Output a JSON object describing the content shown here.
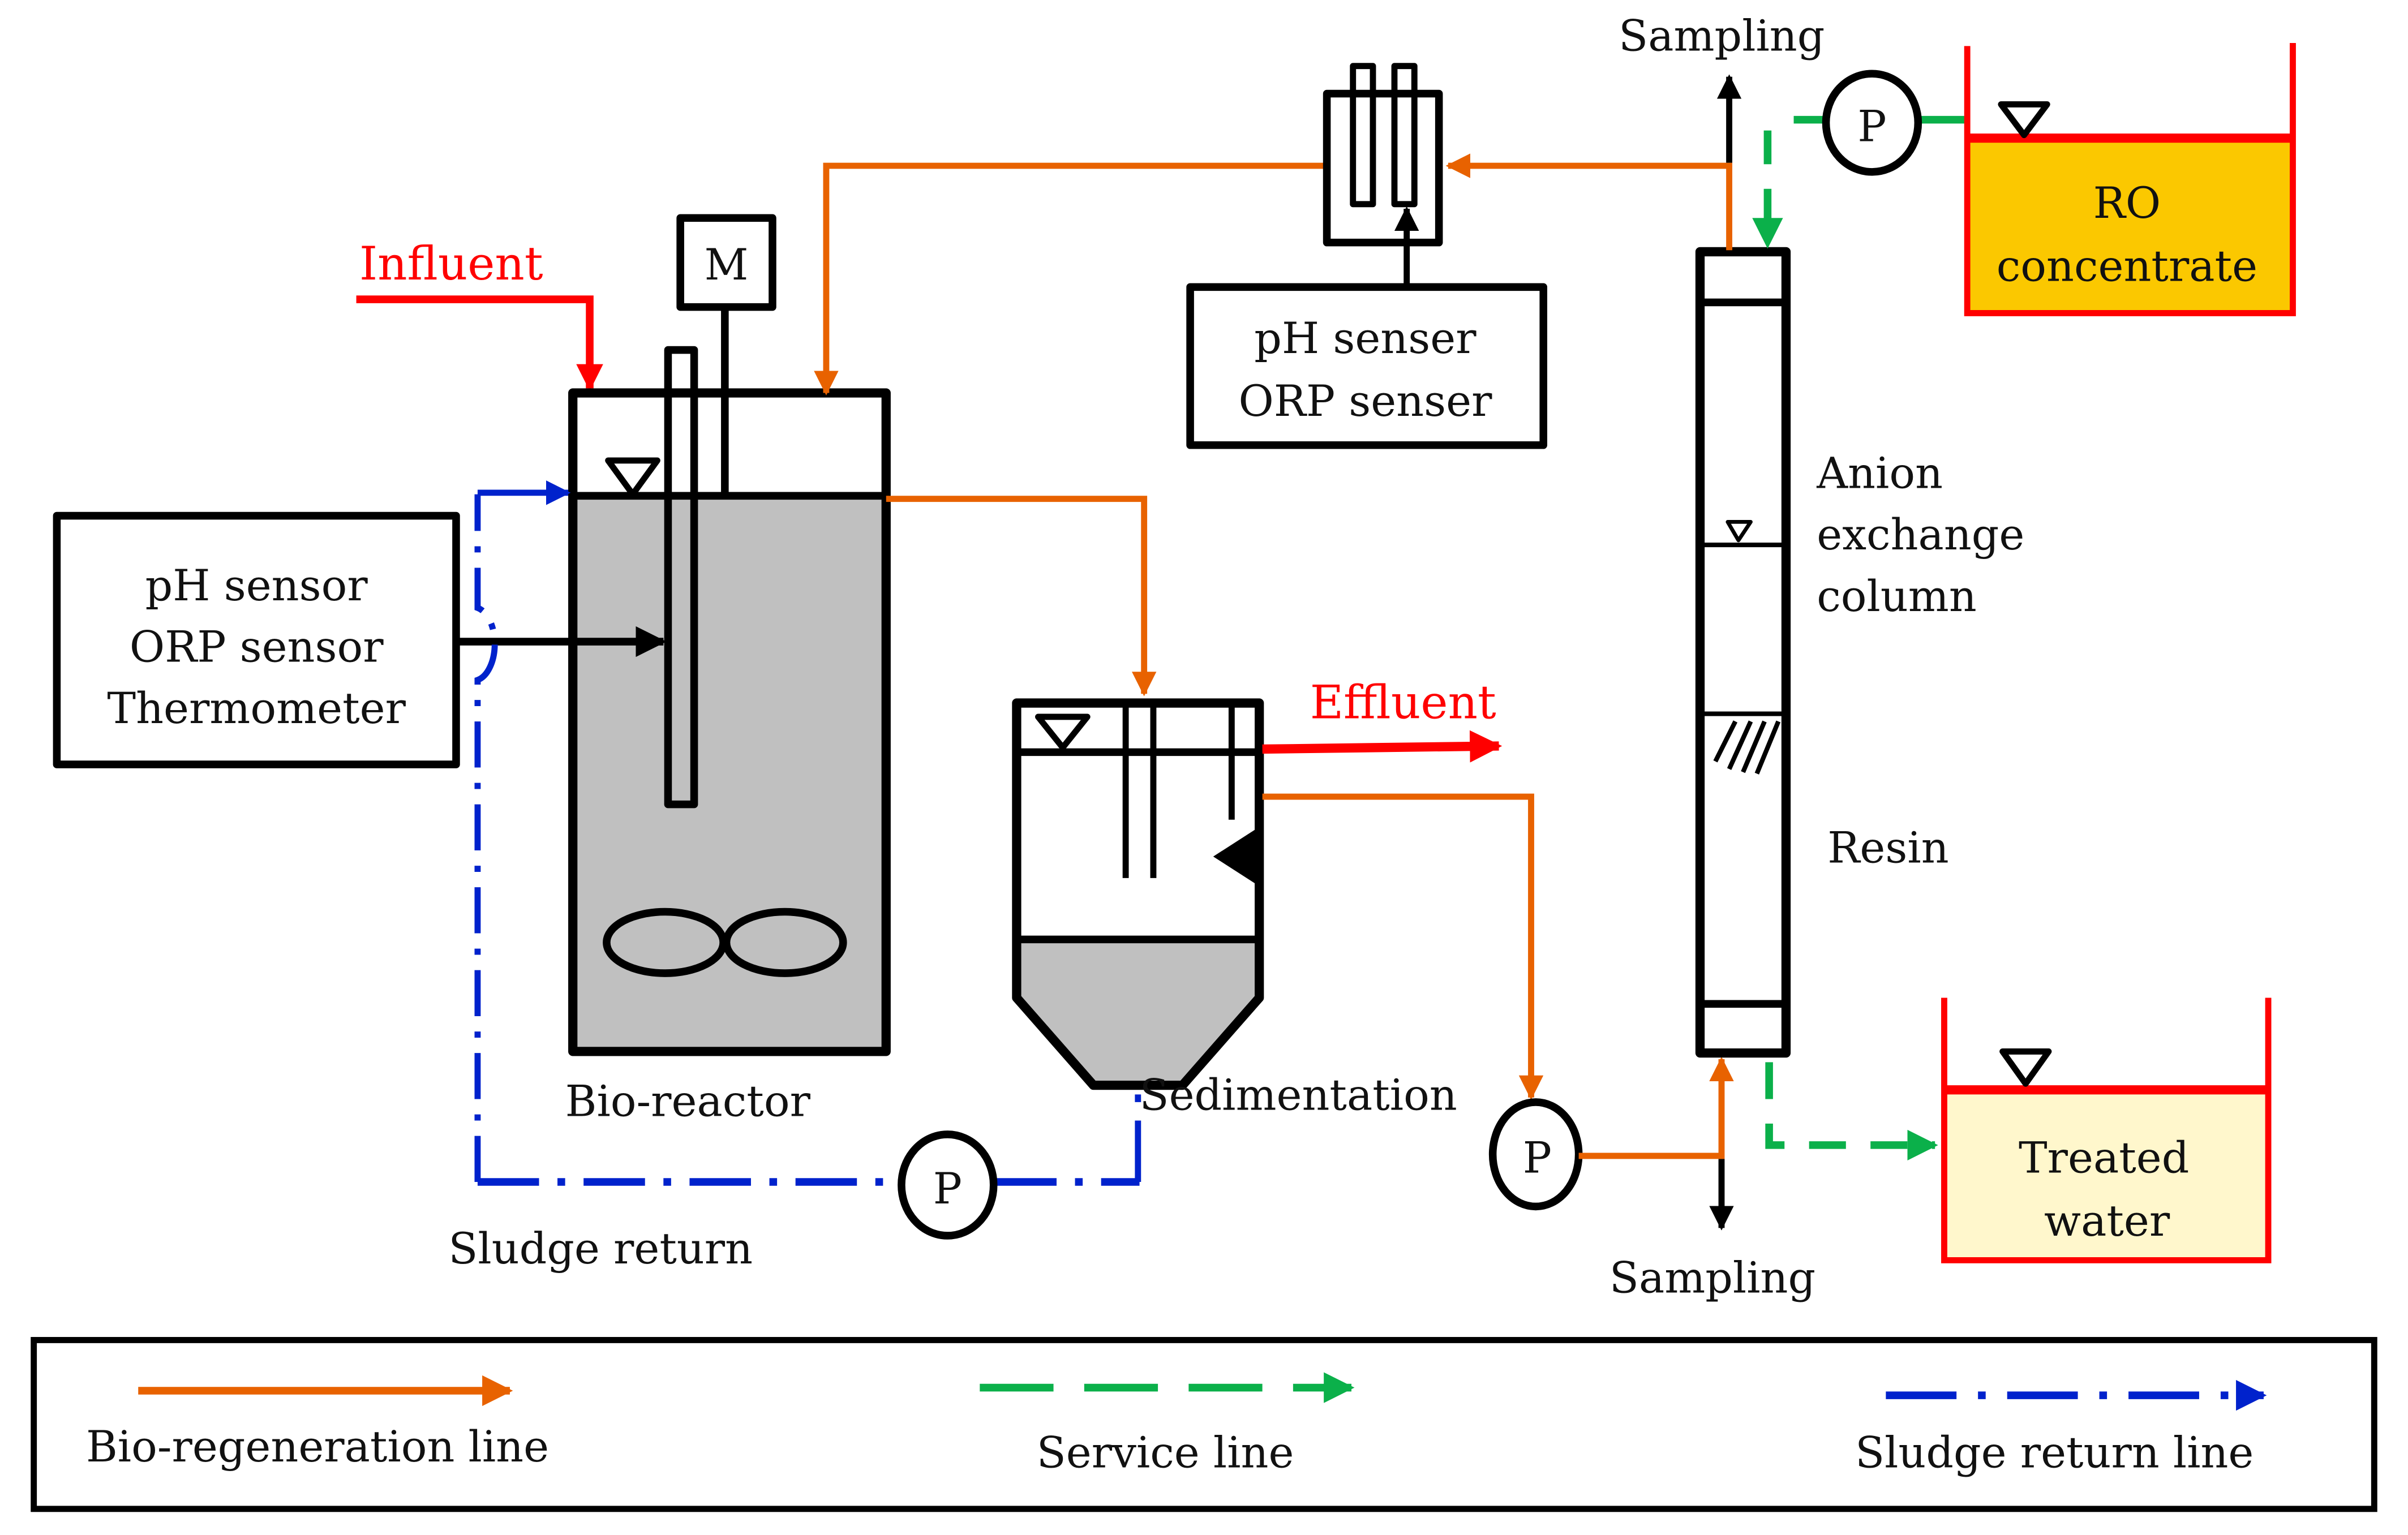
{
  "colors": {
    "bio_regeneration": "#e86200",
    "service": "#0bb04a",
    "sludge_return": "#0022cc",
    "influent_effluent": "#ff0000",
    "liquid_gray": "#c0c0c0",
    "ro_fill": "#fbc800",
    "treated_fill": "#fff7cc",
    "tank_border": "#ff0000"
  },
  "labels": {
    "influent": "Influent",
    "effluent": "Effluent",
    "motor": "M",
    "bio_reactor": "Bio-reactor",
    "sedimentation": "Sedimentation",
    "sludge_return": "Sludge return",
    "sampling_top": "Sampling",
    "sampling_bottom": "Sampling",
    "pump": "P",
    "anion_column": [
      "Anion",
      "exchange",
      "column"
    ],
    "resin": "Resin",
    "ro_concentrate": [
      "RO",
      "concentrate"
    ],
    "treated_water": [
      "Treated",
      "water"
    ]
  },
  "left_sensor_box": {
    "lines": [
      "pH sensor",
      "ORP sensor",
      "Thermometer"
    ]
  },
  "top_sensor_box": {
    "lines": [
      "pH senser",
      "ORP senser"
    ]
  },
  "legend": {
    "items": [
      {
        "label": "Bio-regeneration line",
        "style": "solid",
        "color": "#e86200"
      },
      {
        "label": "Service line",
        "style": "dashed",
        "color": "#0bb04a"
      },
      {
        "label": "Sludge return line",
        "style": "dash-dot",
        "color": "#0022cc"
      }
    ]
  }
}
